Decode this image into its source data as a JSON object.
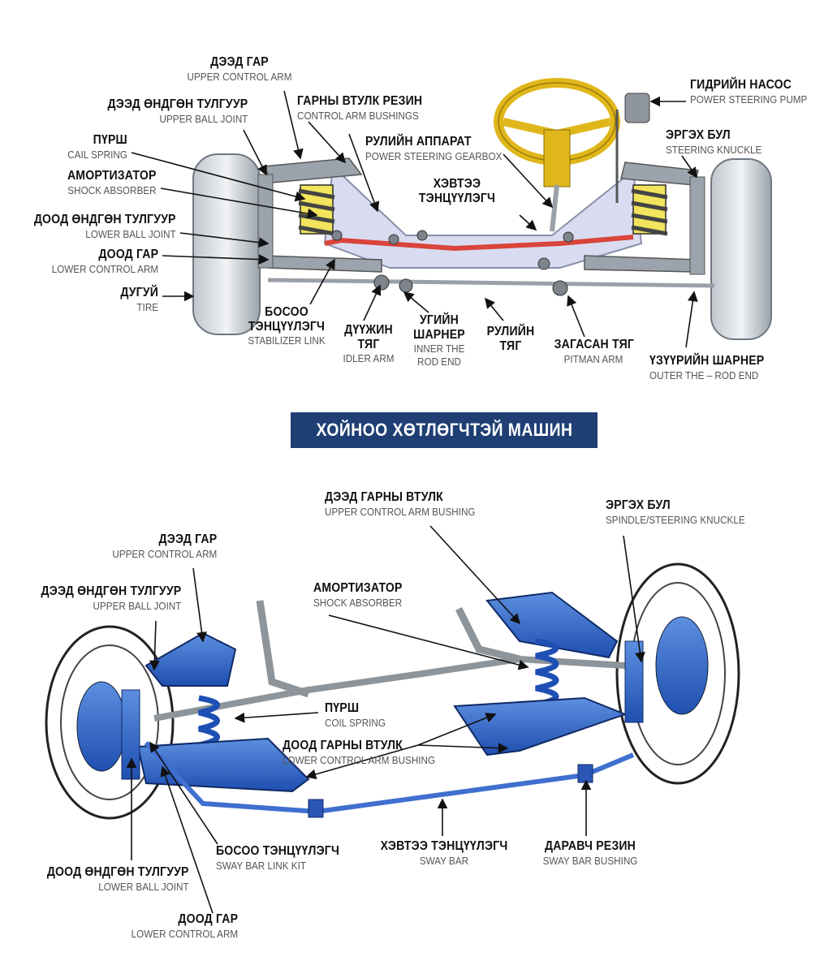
{
  "banner": "ХОЙНОО ХӨТЛӨГЧТЭЙ МАШИН",
  "top_labels": {
    "upper_control_arm": {
      "mn": "ДЭЭД ГАР",
      "en": "UPPER CONTROL ARM"
    },
    "upper_ball_joint": {
      "mn": "ДЭЭД ӨНДГӨН ТУЛГУУР",
      "en": "UPPER BALL JOINT"
    },
    "coil_spring": {
      "mn": "ПҮРШ",
      "en": "CAIL SPRING"
    },
    "shock_absorber": {
      "mn": "АМОРТИЗАТОР",
      "en": "SHOCK ABSORBER"
    },
    "lower_ball_joint": {
      "mn": "ДООД ӨНДГӨН ТУЛГУУР",
      "en": "LOWER BALL JOINT"
    },
    "lower_control_arm": {
      "mn": "ДООД ГАР",
      "en": "LOWER CONTROL ARM"
    },
    "tire": {
      "mn": "ДУГУЙ",
      "en": "TIRE"
    },
    "control_arm_bushings": {
      "mn": "ГАРНЫ ВТУЛК РЕЗИН",
      "en": "CONTROL ARM BUSHINGS"
    },
    "steering_gearbox": {
      "mn": "РУЛИЙН АППАРАТ",
      "en": "POWER STEERING GEARBOX"
    },
    "sway_bar": {
      "mn1": "ХЭВТЭЭ",
      "mn2": "ТЭНЦҮҮЛЭГЧ"
    },
    "power_steering_pump": {
      "mn": "ГИДРИЙН НАСОС",
      "en": "POWER STEERING PUMP"
    },
    "steering_knuckle": {
      "mn": "ЭРГЭХ БУЛ",
      "en": "STEERING KNUCKLE"
    },
    "stabilizer_link": {
      "mn1": "БОСОО",
      "mn2": "ТЭНЦҮҮЛЭГЧ",
      "en": "STABILIZER LINK"
    },
    "idler_arm": {
      "mn1": "ДҮҮЖИН",
      "mn2": "ТЯГ",
      "en": "IDLER ARM"
    },
    "inner_tie_rod": {
      "mn1": "УГИЙН",
      "mn2": "ШАРНЕР",
      "en1": "INNER THE",
      "en2": "ROD END"
    },
    "steering_rod": {
      "mn1": "РУЛИЙН",
      "mn2": "ТЯГ"
    },
    "pitman_arm": {
      "mn": "ЗАГАСАН ТЯГ",
      "en": "PITMAN ARM"
    },
    "outer_tie_rod": {
      "mn": "ҮЗҮҮРИЙН ШАРНЕР",
      "en": "OUTER THE – ROD END"
    }
  },
  "bottom_labels": {
    "upper_control_arm_bushing": {
      "mn": "ДЭЭД ГАРНЫ ВТУЛК",
      "en": "UPPER CONTROL ARM BUSHING"
    },
    "spindle_knuckle": {
      "mn": "ЭРГЭХ БУЛ",
      "en": "SPINDLE/STEERING KNUCKLE"
    },
    "upper_control_arm": {
      "mn": "ДЭЭД ГАР",
      "en": "UPPER CONTROL ARM"
    },
    "upper_ball_joint": {
      "mn": "ДЭЭД ӨНДГӨН ТУЛГУУР",
      "en": "UPPER BALL JOINT"
    },
    "shock_absorber": {
      "mn": "АМОРТИЗАТОР",
      "en": "SHOCK ABSORBER"
    },
    "coil_spring": {
      "mn": "ПҮРШ",
      "en": "COIL SPRING"
    },
    "lower_control_arm_bushing": {
      "mn": "ДООД ГАРНЫ ВТУЛК",
      "en": "LOWER CONTROL ARM BUSHING"
    },
    "sway_bar_link": {
      "mn": "БОСОО ТЭНЦҮҮЛЭГЧ",
      "en": "SWAY BAR LINK KIT"
    },
    "sway_bar": {
      "mn": "ХЭВТЭЭ ТЭНЦҮҮЛЭГЧ",
      "en": "SWAY BAR"
    },
    "sway_bar_bushing": {
      "mn": "ДАРАВЧ РЕЗИН",
      "en": "SWAY BAR BUSHING"
    },
    "lower_ball_joint": {
      "mn": "ДООД ӨНДГӨН ТУЛГУУР",
      "en": "LOWER BALL JOINT"
    },
    "lower_control_arm": {
      "mn": "ДООД ГАР",
      "en": "LOWER CONTROL ARM"
    }
  }
}
